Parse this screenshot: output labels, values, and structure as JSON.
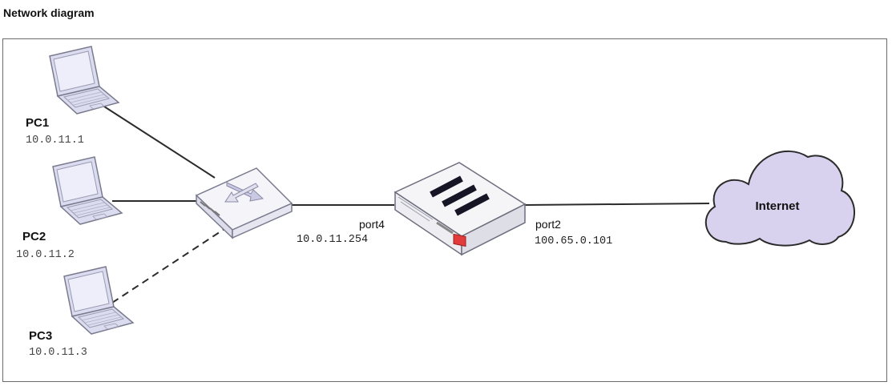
{
  "title": "Network diagram",
  "nodes": {
    "pc1": {
      "name": "PC1",
      "ip": "10.0.11.1"
    },
    "pc2": {
      "name": "PC2",
      "ip": "10.0.11.2"
    },
    "pc3": {
      "name": "PC3",
      "ip": "10.0.11.3"
    },
    "switch": {
      "icon": "network-switch-icon"
    },
    "firewall": {
      "icon": "firewall-appliance-icon",
      "port_in": {
        "name": "port4",
        "ip": "10.0.11.254"
      },
      "port_out": {
        "name": "port2",
        "ip": "100.65.0.101"
      }
    },
    "internet": {
      "label": "Internet",
      "icon": "cloud-icon"
    }
  },
  "links": [
    {
      "from": "PC1",
      "to": "switch",
      "style": "solid"
    },
    {
      "from": "PC2",
      "to": "switch",
      "style": "solid"
    },
    {
      "from": "PC3",
      "to": "switch",
      "style": "dashed"
    },
    {
      "from": "switch",
      "to": "firewall port4",
      "style": "solid"
    },
    {
      "from": "firewall port2",
      "to": "Internet",
      "style": "solid"
    }
  ],
  "colors": {
    "cloud_fill": "#d9d2ee",
    "laptop_fill": "#dcdcf1",
    "firewall_accent": "#e23b3b",
    "line": "#2b2b2b"
  }
}
